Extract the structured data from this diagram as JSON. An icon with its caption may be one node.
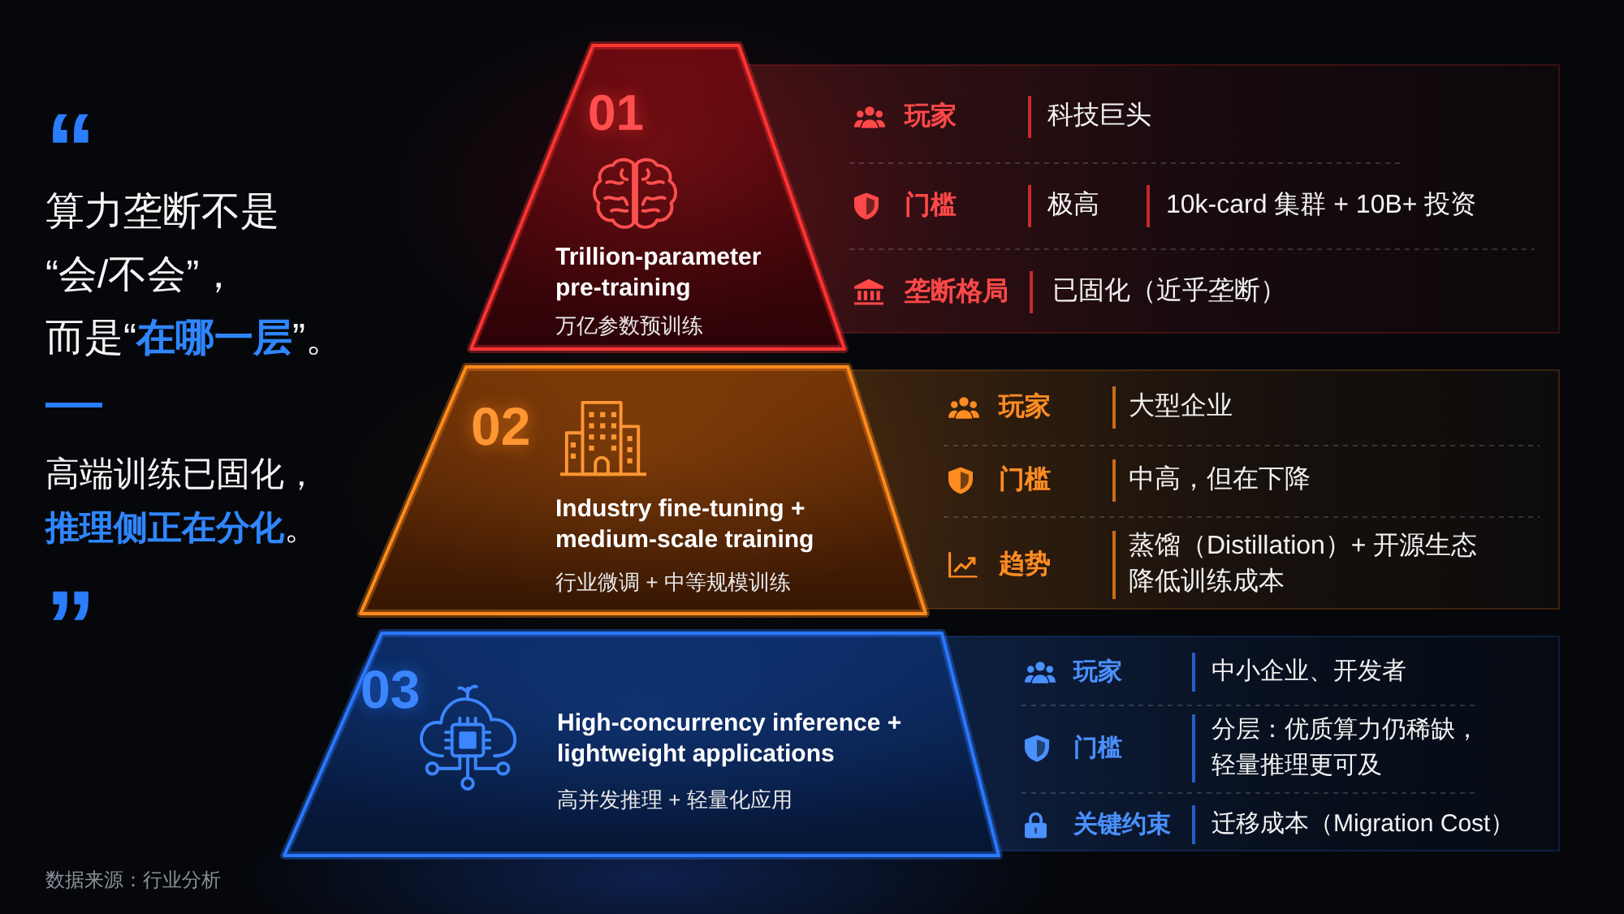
{
  "diagram": {
    "nodes": [
      {
        "text": [
          "01",
          "Trillion-parameter pre-training",
          "万亿参数预训练"
        ]
      },
      {
        "text": [
          "玩家",
          "科技巨头",
          "门槛",
          "极高",
          "10k-card 集群 + 10B+ 投资",
          "垄断格局",
          "已固化（近乎垄断）"
        ]
      },
      {
        "text": [
          "02",
          "Industry fine-tuning + medium-scale training",
          "行业微调 + 中等规模训练"
        ]
      },
      {
        "text": [
          "玩家",
          "大型企业",
          "门槛",
          "中高，但在下降",
          "趋势",
          "蒸馏（Distillation）+ 开源生态降低训练成本"
        ]
      },
      {
        "text": [
          "03",
          "High-concurrency inference + lightweight applications",
          "高并发推理 + 轻量化应用"
        ]
      },
      {
        "text": [
          "玩家",
          "中小企业、开发者",
          "门槛",
          "分层：优质算力仍稀缺，轻量推理更可及",
          "关键约束",
          "迁移成本（Migration Cost）"
        ]
      }
    ],
    "labels": [
      "“",
      "算力垄断不是“会/不会”，而是“**在哪一层**”。",
      "高端训练已固化，**推理侧正在分化**。",
      "”",
      "数据来源：行业分析"
    ]
  }
}
